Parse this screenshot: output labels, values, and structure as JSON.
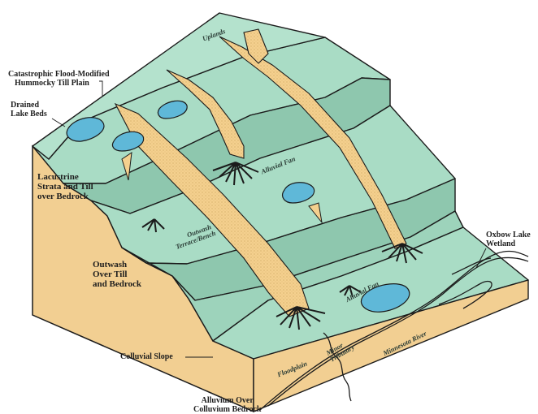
{
  "colors": {
    "surface": "#a9dcc5",
    "surface_dark": "#8ec7ae",
    "crosssection": "#f2cf92",
    "channel": "#f4d08e",
    "lake": "#5fb8d8",
    "outline": "#1b1b1b",
    "text": "#1e1e1e"
  },
  "labels": {
    "catastrophic_flood_line1": "Catastrophic Flood-Modified",
    "catastrophic_flood_line2": "Hummocky Till Plain",
    "drained_lake_line1": "Drained",
    "drained_lake_line2": "Lake Beds",
    "lacustrine_line1": "Lacustrine",
    "lacustrine_line2": "Strata and Till",
    "lacustrine_line3": "over Bedrock",
    "outwash_line1": "Outwash",
    "outwash_line2": "Over Till",
    "outwash_line3": "and Bedrock",
    "colluvial_slope": "Colluvial Slope",
    "alluvium_line1": "Alluvium Over",
    "alluvium_line2": "Colluvium Bedrock",
    "oxbow_line1": "Oxbow Lake",
    "oxbow_line2": "Wetland",
    "uplands": "Uplands",
    "alluvial_fan_upper": "Alluvial Fan",
    "alluvial_fan_lower": "Alluvial Fan",
    "outwash_terrace_line1": "Outwash",
    "outwash_terrace_line2": "Terrace/Bench",
    "floodplain": "Floodplain",
    "minnesota_river": "Minnesota River",
    "minor_tributary_line1": "Minor",
    "minor_tributary_line2": "Tributary"
  }
}
